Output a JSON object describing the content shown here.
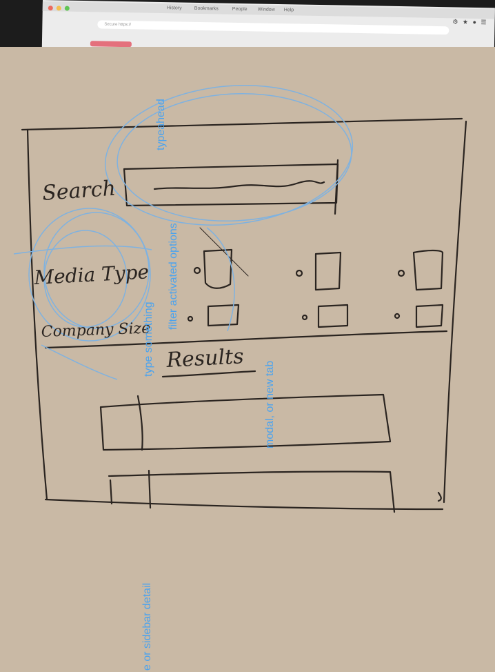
{
  "browser": {
    "menu_items": [
      "History",
      "Bookmarks",
      "People",
      "Window",
      "Help"
    ],
    "address": "Secure https://",
    "toolbar_icons": "⚙ ★ ● ☰"
  },
  "sketch": {
    "search_label": "Search",
    "media_type_label": "Media Type",
    "company_size_label": "Company Size",
    "results_heading": "Results"
  },
  "annotations": {
    "typeahead": "typeahead",
    "filter_activated": "filter activated options",
    "type_something": "type something",
    "modal_new_tab": "modal, or new tab",
    "sidebar_detail": "e or sidebar detail"
  },
  "colors": {
    "ink": "#2a2420",
    "annotation": "#4aa3ef",
    "paper": "#c9b9a5"
  }
}
